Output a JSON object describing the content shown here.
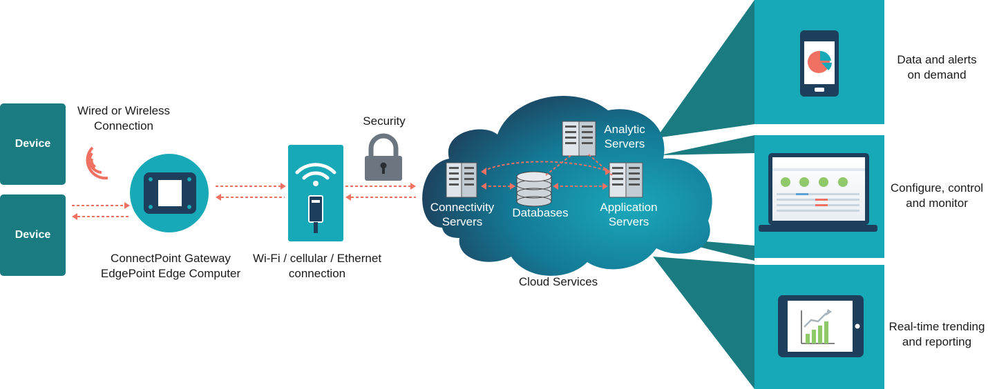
{
  "devices": [
    {
      "label": "Device"
    },
    {
      "label": "Device"
    }
  ],
  "wireless": {
    "line1": "Wired or Wireless",
    "line2": "Connection"
  },
  "gateway": {
    "line1": "ConnectPoint Gateway",
    "line2": "EdgePoint Edge Computer"
  },
  "network": {
    "line1": "Wi-Fi / cellular / Ethernet",
    "line2": "connection"
  },
  "security": {
    "label": "Security"
  },
  "cloud": {
    "caption": "Cloud Services",
    "connectivity": {
      "line1": "Connectivity",
      "line2": "Servers"
    },
    "databases": {
      "label": "Databases"
    },
    "analytic": {
      "line1": "Analytic",
      "line2": "Servers"
    },
    "application": {
      "line1": "Application",
      "line2": "Servers"
    }
  },
  "outputs": [
    {
      "line1": "Data and alerts",
      "line2": "on demand",
      "icon": "smartphone-pie-chart-icon"
    },
    {
      "line1": "Configure, control",
      "line2": "and monitor",
      "icon": "laptop-dashboard-icon"
    },
    {
      "line1": "Real-time trending",
      "line2": "and reporting",
      "icon": "tablet-bar-chart-icon"
    }
  ],
  "colors": {
    "teal": "#17a9b7",
    "dark_teal": "#1a7b80",
    "navy": "#1d3f5b",
    "arrow": "#f07062",
    "lock": "#6b7680"
  }
}
